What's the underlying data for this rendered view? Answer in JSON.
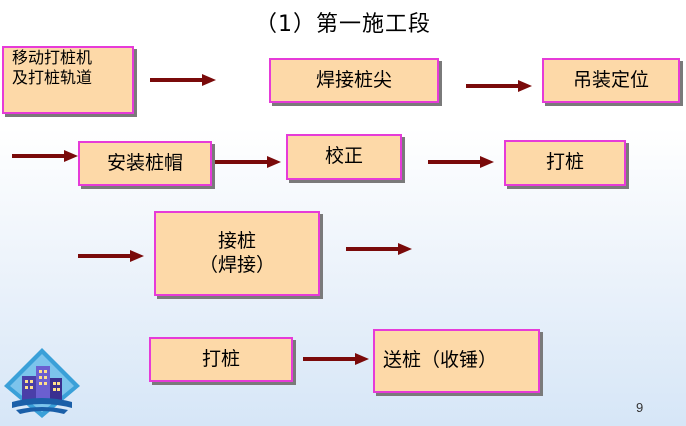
{
  "slide": {
    "title": "（1）第一施工段",
    "page_number": "9"
  },
  "boxes": {
    "move_rig_line1": "移动打桩机",
    "move_rig_line2": "及打桩轨道",
    "weld_tip": "焊接桩尖",
    "hoist": "吊装定位",
    "install_cap": "安装桩帽",
    "correct": "校正",
    "drive1": "打桩",
    "splice_line1": "接桩",
    "splice_line2": "（焊接）",
    "drive2": "打桩",
    "send_pile": "送桩（收锤）"
  },
  "colors": {
    "box_fill": "#fdd9a8",
    "box_border": "#e63bd8",
    "arrow": "#7a0a0a"
  },
  "icons": {
    "logo": "buildings-logo-icon"
  }
}
